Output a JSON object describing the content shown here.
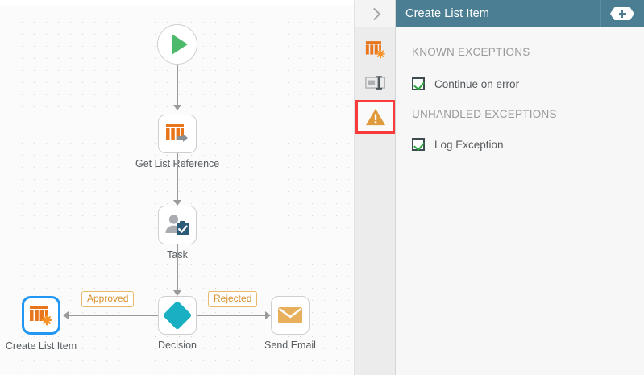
{
  "canvas": {
    "name": "workflow-canvas",
    "nodes": [
      {
        "id": "start",
        "label": "",
        "icon": "play-icon",
        "shape": "circle"
      },
      {
        "id": "get-list",
        "label": "Get List Reference",
        "icon": "list-arrow-icon",
        "shape": "rounded-square"
      },
      {
        "id": "task",
        "label": "Task",
        "icon": "user-task-icon",
        "shape": "rounded-square"
      },
      {
        "id": "decision",
        "label": "Decision",
        "icon": "diamond-icon",
        "shape": "rounded-square"
      },
      {
        "id": "create",
        "label": "Create List Item",
        "icon": "list-starburst-icon",
        "shape": "rounded-square",
        "selected": true
      },
      {
        "id": "email",
        "label": "Send Email",
        "icon": "envelope-icon",
        "shape": "rounded-square"
      }
    ],
    "edge_labels": [
      {
        "id": "approved",
        "text": "Approved"
      },
      {
        "id": "rejected",
        "text": "Rejected"
      }
    ]
  },
  "rail": {
    "collapse_icon": "chevron-right-icon",
    "items": [
      {
        "id": "config",
        "icon": "list-starburst-icon",
        "active": false
      },
      {
        "id": "properties",
        "icon": "input-field-icon",
        "active": false
      },
      {
        "id": "exceptions",
        "icon": "warning-triangle-icon",
        "active": true
      }
    ]
  },
  "panel": {
    "title": "Create List Item",
    "add_icon": "plus-icon",
    "sections": [
      {
        "heading": "KNOWN EXCEPTIONS",
        "options": [
          {
            "label": "Continue on error",
            "checked": true
          }
        ]
      },
      {
        "heading": "UNHANDLED EXCEPTIONS",
        "options": [
          {
            "label": "Log Exception",
            "checked": true
          }
        ]
      }
    ]
  },
  "colors": {
    "header_bg": "#4b7d93",
    "accent_orange": "#e8761c",
    "accent_teal": "#19b0c4",
    "selection_blue": "#2196f3",
    "selection_red": "#fb3b3b",
    "check_green": "#2aa33f",
    "envelope_tan": "#e8b05c",
    "play_green": "#4cb96b"
  }
}
